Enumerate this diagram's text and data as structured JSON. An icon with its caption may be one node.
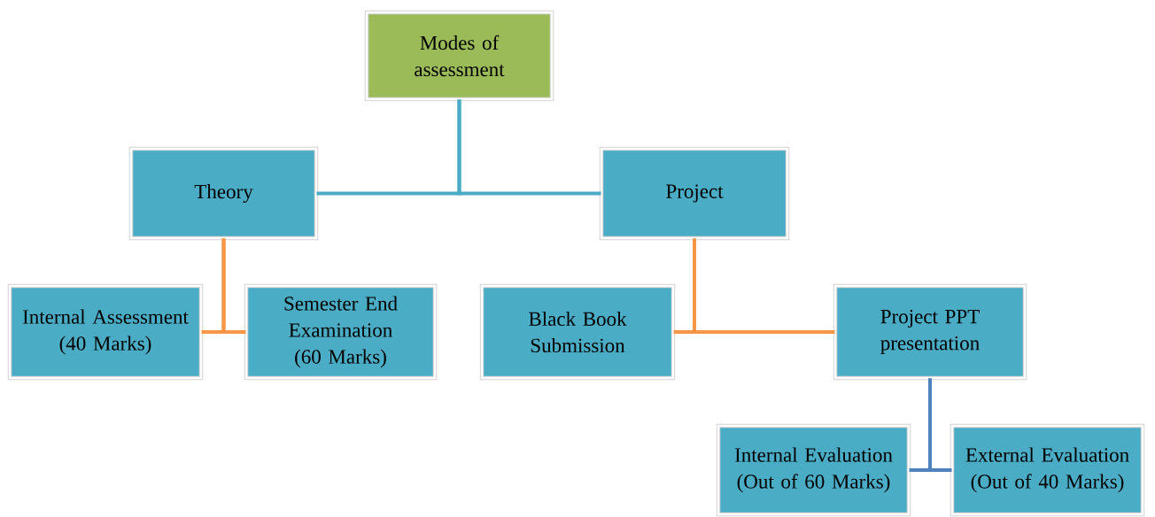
{
  "diagram": {
    "nodes": [
      {
        "text": [
          "Modes of assessment"
        ]
      },
      {
        "text": [
          "Theory"
        ]
      },
      {
        "text": [
          "Project"
        ]
      },
      {
        "text": [
          "Internal Assessment (40 Marks)"
        ]
      },
      {
        "text": [
          "Semester End Examination (60 Marks)"
        ]
      },
      {
        "text": [
          "Black Book Submission"
        ]
      },
      {
        "text": [
          "Project PPT presentation"
        ]
      },
      {
        "text": [
          "Internal Evaluation (Out of 60 Marks)"
        ]
      },
      {
        "text": [
          "External Evaluation (Out of 40 Marks)"
        ]
      }
    ],
    "edges": [
      {
        "from": 0,
        "to": 1,
        "arrow": "none",
        "color": "#4bacc6"
      },
      {
        "from": 0,
        "to": 2,
        "arrow": "none",
        "color": "#4bacc6"
      },
      {
        "from": 1,
        "to": 3,
        "arrow": "none"
      },
      {
        "from": 1,
        "to": 4,
        "arrow": "none"
      },
      {
        "from": 2,
        "to": 5,
        "arrow": "none"
      },
      {
        "from": 2,
        "to": 6,
        "arrow": "none"
      },
      {
        "from": 6,
        "to": 7,
        "arrow": "none",
        "color": "#4f81bd"
      },
      {
        "from": 6,
        "to": 8,
        "arrow": "none",
        "color": "#4f81bd"
      }
    ]
  }
}
